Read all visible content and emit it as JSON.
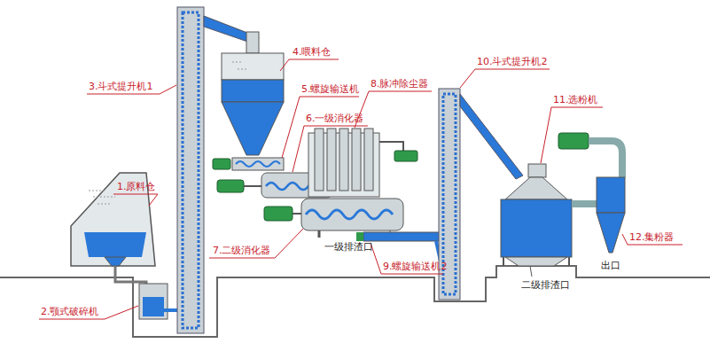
{
  "diagram": {
    "labels": [
      "1.原料仓",
      "2.颚式破碎机",
      "3.斗式提升机1",
      "4.喂料仓",
      "5.螺旋输送机",
      "6.一级消化器",
      "7.二级消化器",
      "8.脉冲除尘器",
      "9.螺旋输送机2",
      "10.斗式提升机2",
      "11.选粉机",
      "12.集粉器",
      "一级排渣口",
      "二级排渣口",
      "出口"
    ]
  }
}
